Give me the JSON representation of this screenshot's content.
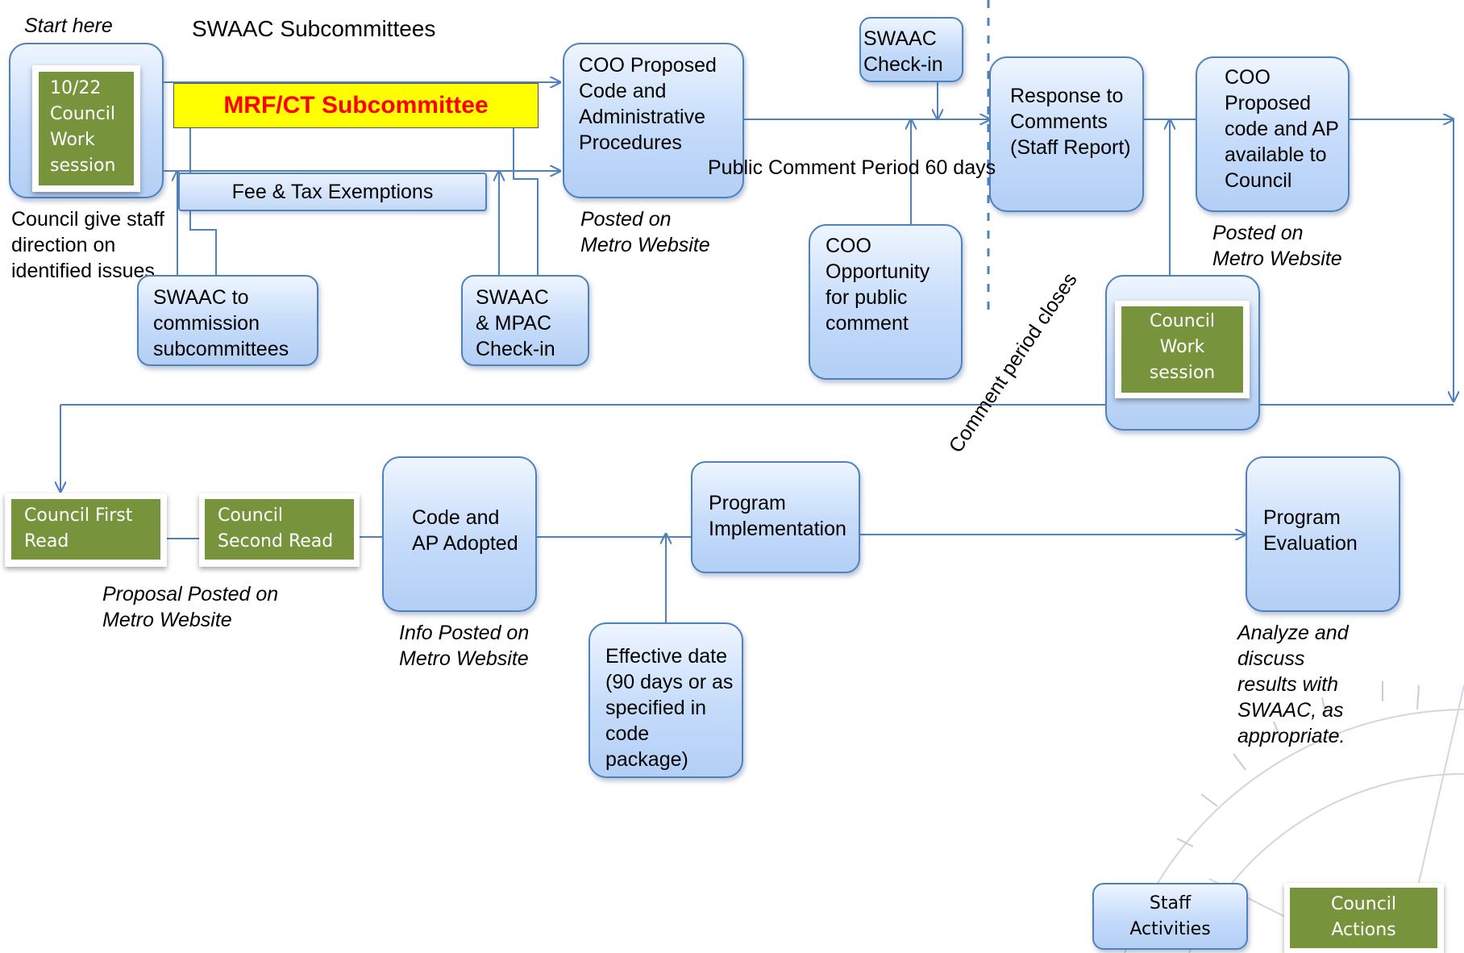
{
  "title": "SWAAC Subcommittees",
  "start_note": "Start here",
  "subcommittee_banner": "MRF/CT Subcommittee",
  "fee_bar": "Fee & Tax Exemptions",
  "public_comment_label": "Public Comment Period 60 days",
  "comment_closes_label": "Comment period closes",
  "notes": {
    "council_direction": "Council give staff\ndirection on\nidentified issues",
    "posted_1": "Posted on\nMetro Website",
    "posted_2": "Posted on\nMetro Website",
    "proposal_posted": "Proposal Posted on\nMetro Website",
    "info_posted": "Info Posted on\nMetro Website",
    "analyze": "Analyze and\ndiscuss\nresults with\nSWAAC, as\nappropriate."
  },
  "council_nodes": {
    "work_session_1": "10/22\nCouncil\nWork\nsession",
    "work_session_2": "Council\nWork\nsession",
    "first_read": "Council First\nRead",
    "second_read": "Council\nSecond Read"
  },
  "staff_nodes": {
    "coo_proposed": "COO Proposed\nCode and\nAdministrative\nProcedures",
    "swaac_checkin": "SWAAC\nCheck-in",
    "response": "Response to\nComments\n(Staff Report)",
    "coo_available": "COO\nProposed\ncode and AP\navailable to\nCouncil",
    "swaac_commission": "SWAAC to\ncommission\nsubcommittees",
    "swaac_mpac": "SWAAC\n& MPAC\nCheck-in",
    "coo_opportunity": "COO\nOpportunity\nfor public\ncomment",
    "code_adopted": "Code and\nAP Adopted",
    "program_impl": "Program\nImplementation",
    "effective_date": "Effective date\n(90 days or as\nspecified in\ncode\npackage)",
    "program_eval": "Program\nEvaluation"
  },
  "legend": {
    "staff": "Staff\nActivities",
    "council": "Council\nActions"
  },
  "colors": {
    "line": "#4f81bd",
    "staff_fill": "#c6dbf8",
    "council_fill": "#77933c",
    "banner_fill": "#ffff00",
    "banner_text": "#ff0000"
  }
}
